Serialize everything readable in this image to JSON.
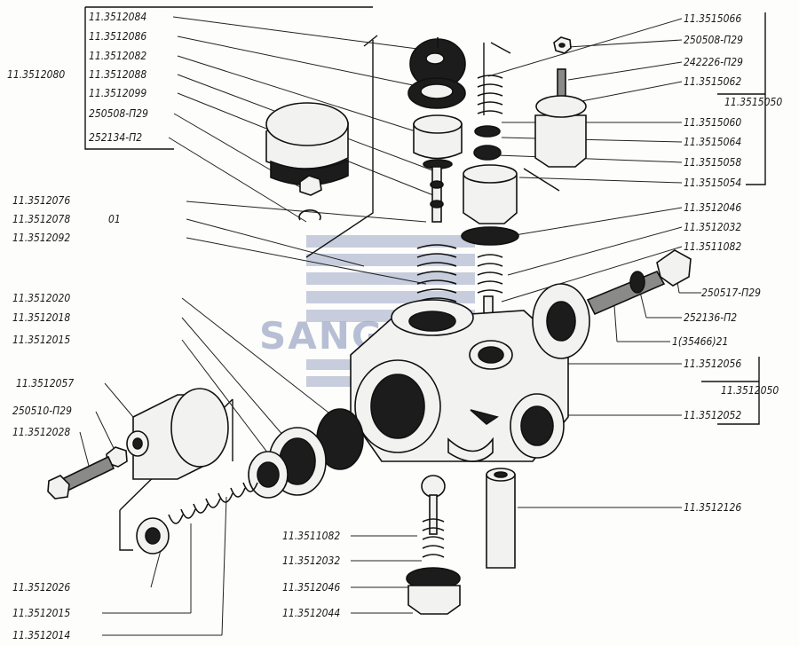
{
  "watermark": {
    "text": "SANGLI"
  },
  "labels": {
    "l_3512084": "11.3512084",
    "l_3512086": "11.3512086",
    "l_3512082": "11.3512082",
    "l_3512088": "11.3512088",
    "l_3512099": "11.3512099",
    "l_250508a": "250508-П29",
    "l_252134": "252134-П2",
    "l_3512080": "11.3512080",
    "l_3512076": "11.3512076",
    "l_3512078": "11.3512078",
    "l_01": "01",
    "l_3512092": "11.3512092",
    "l_3512020": "11.3512020",
    "l_3512018": "11.3512018",
    "l_3512015a": "11.3512015",
    "l_3512057": "11.3512057",
    "l_250510": "250510-П29",
    "l_3512028": "11.3512028",
    "l_3512026": "11.3512026",
    "l_3512015b": "11.3512015",
    "l_3512014": "11.3512014",
    "l_3515066": "11.3515066",
    "l_250508b": "250508-П29",
    "l_242226": "242226-П29",
    "l_3515062": "11.3515062",
    "l_3515050": "11.3515050",
    "l_3515060": "11.3515060",
    "l_3515064": "11.3515064",
    "l_3515058": "11.3515058",
    "l_3515054": "11.3515054",
    "l_3512046a": "11.3512046",
    "l_3512032a": "11.3512032",
    "l_3511082a": "11.3511082",
    "l_250517": "250517-П29",
    "l_252136": "252136-П2",
    "l_35466": "1(35466)21",
    "l_3512056": "11.3512056",
    "l_3512050": "11.3512050",
    "l_3512052": "11.3512052",
    "l_3512126": "11.3512126",
    "l_3511082b": "11.3511082",
    "l_3512032b": "11.3512032",
    "l_3512046b": "11.3512046",
    "l_3512044": "11.3512044"
  }
}
